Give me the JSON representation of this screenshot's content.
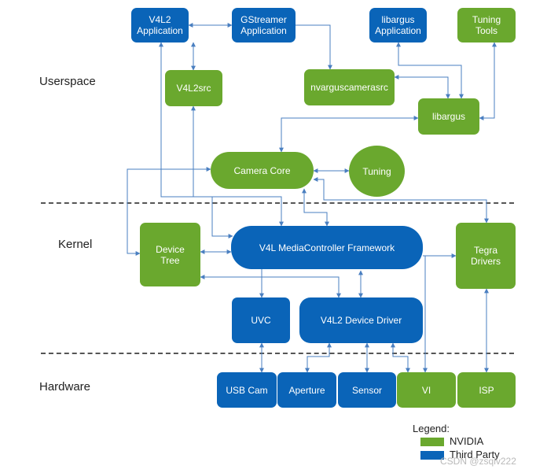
{
  "zones": {
    "userspace": "Userspace",
    "kernel": "Kernel",
    "hardware": "Hardware"
  },
  "nodes": {
    "v4l2_app": "V4L2\nApplication",
    "gstreamer_app": "GStreamer\nApplication",
    "libargus_app": "libargus\nApplication",
    "tuning_tools": "Tuning\nTools",
    "v4l2src": "V4L2src",
    "nvarguscamerasrc": "nvarguscamerasrc",
    "libargus": "libargus",
    "camera_core": "Camera Core",
    "tuning": "Tuning",
    "device_tree": "Device\nTree",
    "v4l_mc_framework": "V4L MediaController Framework",
    "tegra_drivers": "Tegra\nDrivers",
    "uvc": "UVC",
    "v4l2_device_driver": "V4L2 Device Driver",
    "usb_cam": "USB Cam",
    "aperture": "Aperture",
    "sensor": "Sensor",
    "vi": "VI",
    "isp": "ISP"
  },
  "legend": {
    "title": "Legend:",
    "nvidia": "NVIDIA",
    "third_party": "Third Party"
  },
  "watermark": "CSDN @zsqlv222",
  "colors": {
    "nvidia": "#6aa82e",
    "third_party": "#0a64b8",
    "arrow": "#4a7fc0"
  }
}
